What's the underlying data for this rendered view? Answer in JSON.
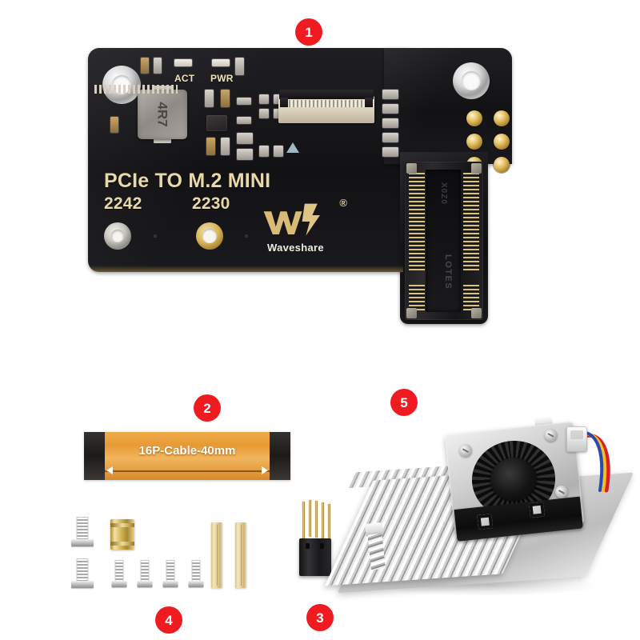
{
  "page": {
    "background_color": "#ffffff",
    "badge_color": "#f01b20"
  },
  "badges": [
    {
      "number": "1",
      "item": "pcie-to-m2-mini-board"
    },
    {
      "number": "2",
      "item": "ffc-ribbon-cable"
    },
    {
      "number": "3",
      "item": "pin-header"
    },
    {
      "number": "4",
      "item": "screw-and-spacer-kit"
    },
    {
      "number": "5",
      "item": "heatsink-fan-assembly"
    }
  ],
  "board": {
    "title": "PCIe TO M.2 MINI",
    "size_2242": "2242",
    "size_2230": "2230",
    "led_act": "ACT",
    "led_pwr": "PWR",
    "inductor_label": "4R7",
    "brand_name": "Waveshare",
    "brand_registered": "®",
    "m2_connector_brand": "LOTES",
    "m2_connector_part": "X0Z0"
  },
  "cable": {
    "label": "16P-Cable-40mm"
  }
}
